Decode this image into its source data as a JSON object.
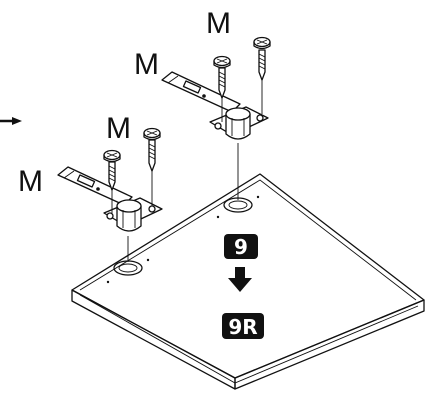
{
  "labels": {
    "screw_left_outer": "M",
    "screw_left_inner": "M",
    "screw_right_outer": "M",
    "screw_right_inner": "M"
  },
  "steps": {
    "from": "9",
    "to": "9R"
  },
  "colors": {
    "ink": "#111111",
    "background": "#ffffff",
    "badge_fill": "#111111",
    "badge_text": "#ffffff"
  },
  "icons": {
    "arrow_down": "arrow-down-icon",
    "pointer_arrow": "arrow-right-icon"
  }
}
